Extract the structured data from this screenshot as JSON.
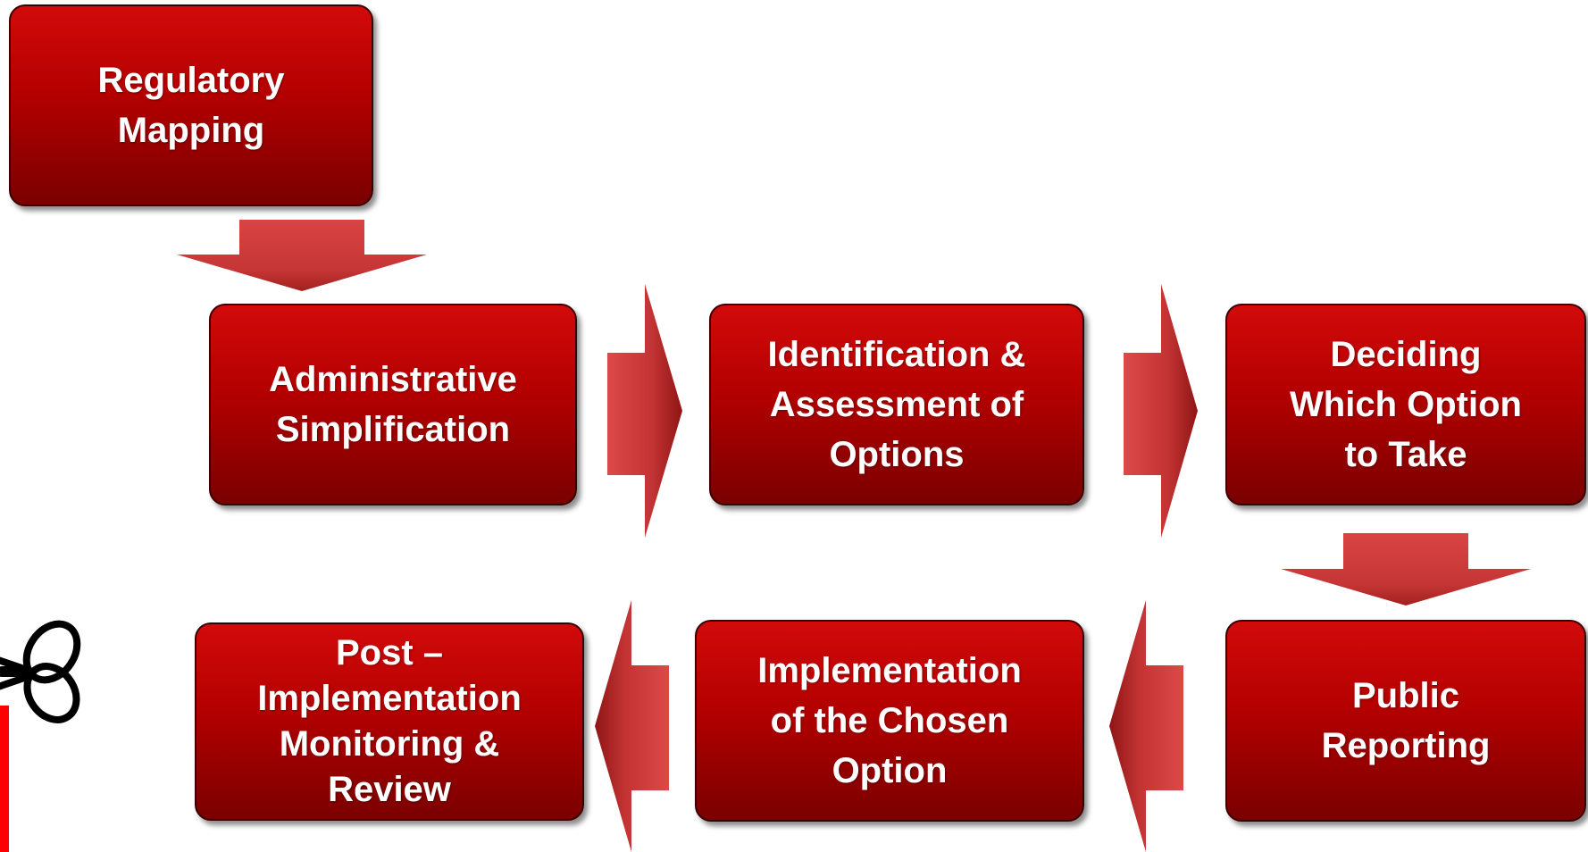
{
  "colors": {
    "box_top": "#d20a0a",
    "box_bottom": "#7a0000",
    "arrow_light": "#d9403f",
    "arrow_dark": "#a01818",
    "text": "#ffffff",
    "accent_bar": "#ff0000"
  },
  "icons": [
    "scissors-icon"
  ],
  "steps": {
    "regulatory_mapping": "Regulatory\nMapping",
    "administrative_simplification": "Administrative\nSimplification",
    "identification_assessment": "Identification &\nAssessment of\nOptions",
    "deciding_option": "Deciding\nWhich Option\nto Take",
    "public_reporting": "Public\nReporting",
    "implementation_chosen": "Implementation\nof the Chosen\nOption",
    "post_implementation": "Post –\nImplementation\nMonitoring &\nReview"
  }
}
